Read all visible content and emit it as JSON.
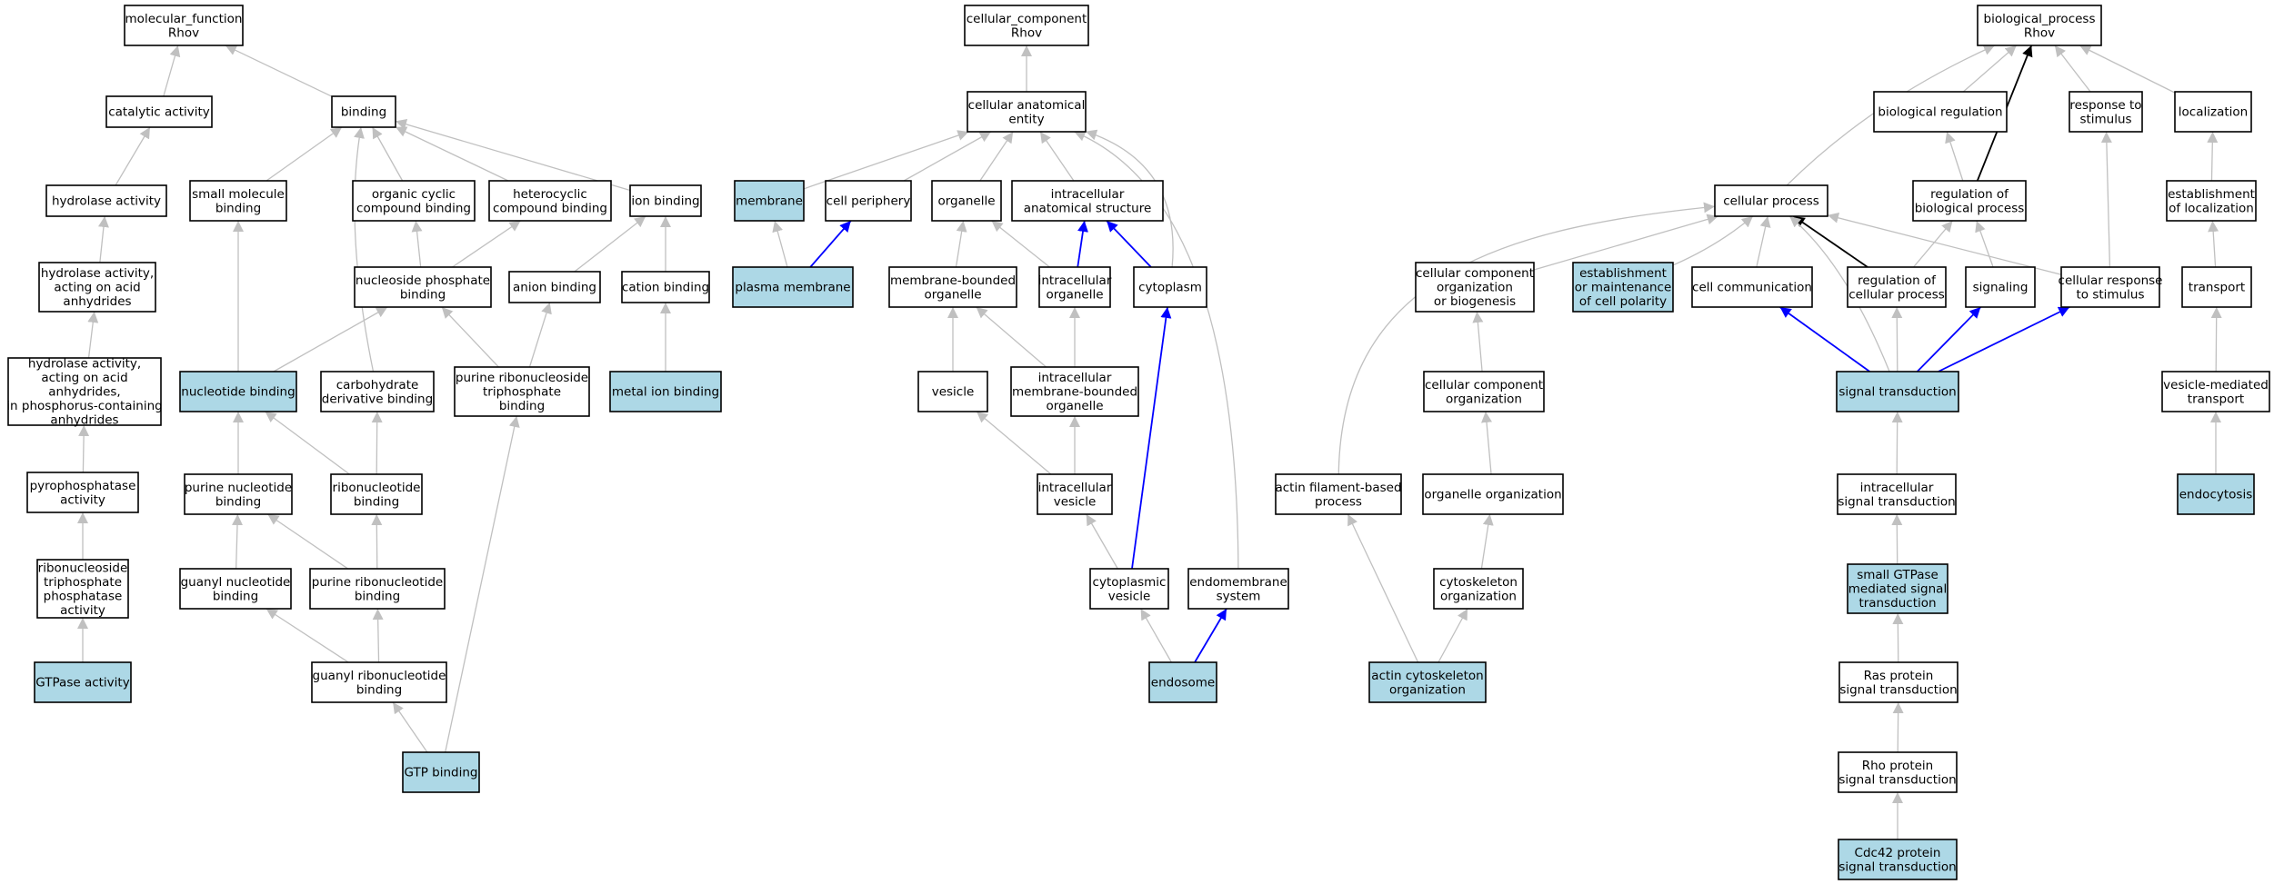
{
  "colors": {
    "plain": "#ffffff",
    "highlight": "#add8e6",
    "edge_gray": "#c0c0c0",
    "edge_blue": "#0000ff",
    "edge_black": "#000000"
  },
  "nodes": [
    {
      "id": "mf_root",
      "lines": [
        "molecular_function",
        "Rhov"
      ],
      "highlight": false
    },
    {
      "id": "catalytic",
      "lines": [
        "catalytic activity"
      ],
      "highlight": false
    },
    {
      "id": "binding",
      "lines": [
        "binding"
      ],
      "highlight": false
    },
    {
      "id": "hydrolase",
      "lines": [
        "hydrolase activity"
      ],
      "highlight": false
    },
    {
      "id": "small_mol",
      "lines": [
        "small molecule",
        "binding"
      ],
      "highlight": false
    },
    {
      "id": "org_cyclic",
      "lines": [
        "organic cyclic",
        "compound binding"
      ],
      "highlight": false
    },
    {
      "id": "heterocyclic",
      "lines": [
        "heterocyclic",
        "compound binding"
      ],
      "highlight": false
    },
    {
      "id": "ion_binding",
      "lines": [
        "ion binding"
      ],
      "highlight": false
    },
    {
      "id": "hyd_anhyd",
      "lines": [
        "hydrolase activity,",
        "acting on acid",
        "anhydrides"
      ],
      "highlight": false
    },
    {
      "id": "nuc_phos",
      "lines": [
        "nucleoside phosphate",
        "binding"
      ],
      "highlight": false
    },
    {
      "id": "anion",
      "lines": [
        "anion binding"
      ],
      "highlight": false
    },
    {
      "id": "cation",
      "lines": [
        "cation binding"
      ],
      "highlight": false
    },
    {
      "id": "hyd_phos",
      "lines": [
        "hydrolase activity,",
        "acting on acid",
        "anhydrides,",
        "in phosphorus-containing",
        "anhydrides"
      ],
      "highlight": false
    },
    {
      "id": "nucleotide",
      "lines": [
        "nucleotide binding"
      ],
      "highlight": true
    },
    {
      "id": "carbo",
      "lines": [
        "carbohydrate",
        "derivative binding"
      ],
      "highlight": false
    },
    {
      "id": "pur_ribo_tri",
      "lines": [
        "purine ribonucleoside",
        "triphosphate",
        "binding"
      ],
      "highlight": false
    },
    {
      "id": "metal_ion",
      "lines": [
        "metal ion binding"
      ],
      "highlight": true
    },
    {
      "id": "pyrophos",
      "lines": [
        "pyrophosphatase",
        "activity"
      ],
      "highlight": false
    },
    {
      "id": "pur_nuc",
      "lines": [
        "purine nucleotide",
        "binding"
      ],
      "highlight": false
    },
    {
      "id": "ribonuc",
      "lines": [
        "ribonucleotide",
        "binding"
      ],
      "highlight": false
    },
    {
      "id": "ribo_tri_phos",
      "lines": [
        "ribonucleoside",
        "triphosphate",
        "phosphatase",
        "activity"
      ],
      "highlight": false
    },
    {
      "id": "guanyl_nuc",
      "lines": [
        "guanyl nucleotide",
        "binding"
      ],
      "highlight": false
    },
    {
      "id": "pur_ribonuc",
      "lines": [
        "purine ribonucleotide",
        "binding"
      ],
      "highlight": false
    },
    {
      "id": "gtpase",
      "lines": [
        "GTPase activity"
      ],
      "highlight": true
    },
    {
      "id": "guanyl_ribo",
      "lines": [
        "guanyl ribonucleotide",
        "binding"
      ],
      "highlight": false
    },
    {
      "id": "gtp_binding",
      "lines": [
        "GTP binding"
      ],
      "highlight": true
    },
    {
      "id": "cc_root",
      "lines": [
        "cellular_component",
        "Rhov"
      ],
      "highlight": false
    },
    {
      "id": "cae",
      "lines": [
        "cellular anatomical",
        "entity"
      ],
      "highlight": false
    },
    {
      "id": "membrane",
      "lines": [
        "membrane"
      ],
      "highlight": true
    },
    {
      "id": "cell_periph",
      "lines": [
        "cell periphery"
      ],
      "highlight": false
    },
    {
      "id": "organelle",
      "lines": [
        "organelle"
      ],
      "highlight": false
    },
    {
      "id": "ias",
      "lines": [
        "intracellular",
        "anatomical structure"
      ],
      "highlight": false
    },
    {
      "id": "plasma_mem",
      "lines": [
        "plasma membrane"
      ],
      "highlight": true
    },
    {
      "id": "mem_org",
      "lines": [
        "membrane-bounded",
        "organelle"
      ],
      "highlight": false
    },
    {
      "id": "ic_org",
      "lines": [
        "intracellular",
        "organelle"
      ],
      "highlight": false
    },
    {
      "id": "cytoplasm",
      "lines": [
        "cytoplasm"
      ],
      "highlight": false
    },
    {
      "id": "vesicle",
      "lines": [
        "vesicle"
      ],
      "highlight": false
    },
    {
      "id": "ic_mem_org",
      "lines": [
        "intracellular",
        "membrane-bounded",
        "organelle"
      ],
      "highlight": false
    },
    {
      "id": "ic_vesicle",
      "lines": [
        "intracellular",
        "vesicle"
      ],
      "highlight": false
    },
    {
      "id": "cyto_vesicle",
      "lines": [
        "cytoplasmic",
        "vesicle"
      ],
      "highlight": false
    },
    {
      "id": "endomem",
      "lines": [
        "endomembrane",
        "system"
      ],
      "highlight": false
    },
    {
      "id": "endosome",
      "lines": [
        "endosome"
      ],
      "highlight": true
    },
    {
      "id": "bp_root",
      "lines": [
        "biological_process",
        "Rhov"
      ],
      "highlight": false
    },
    {
      "id": "bio_reg",
      "lines": [
        "biological regulation"
      ],
      "highlight": false
    },
    {
      "id": "resp_stim",
      "lines": [
        "response to",
        "stimulus"
      ],
      "highlight": false
    },
    {
      "id": "localization",
      "lines": [
        "localization"
      ],
      "highlight": false
    },
    {
      "id": "cell_proc",
      "lines": [
        "cellular process"
      ],
      "highlight": false
    },
    {
      "id": "reg_bio",
      "lines": [
        "regulation of",
        "biological process"
      ],
      "highlight": false
    },
    {
      "id": "estab_loc",
      "lines": [
        "establishment",
        "of localization"
      ],
      "highlight": false
    },
    {
      "id": "ccob",
      "lines": [
        "cellular component",
        "organization",
        "or biogenesis"
      ],
      "highlight": false
    },
    {
      "id": "cell_polarity",
      "lines": [
        "establishment",
        "or maintenance",
        "of cell polarity"
      ],
      "highlight": true
    },
    {
      "id": "cell_comm",
      "lines": [
        "cell communication"
      ],
      "highlight": false
    },
    {
      "id": "reg_cell",
      "lines": [
        "regulation of",
        "cellular process"
      ],
      "highlight": false
    },
    {
      "id": "signaling",
      "lines": [
        "signaling"
      ],
      "highlight": false
    },
    {
      "id": "cell_resp",
      "lines": [
        "cellular response",
        "to stimulus"
      ],
      "highlight": false
    },
    {
      "id": "transport",
      "lines": [
        "transport"
      ],
      "highlight": false
    },
    {
      "id": "cco",
      "lines": [
        "cellular component",
        "organization"
      ],
      "highlight": false
    },
    {
      "id": "sig_trans",
      "lines": [
        "signal transduction"
      ],
      "highlight": true
    },
    {
      "id": "ves_transport",
      "lines": [
        "vesicle-mediated",
        "transport"
      ],
      "highlight": false
    },
    {
      "id": "actin_fil",
      "lines": [
        "actin filament-based",
        "process"
      ],
      "highlight": false
    },
    {
      "id": "org_org",
      "lines": [
        "organelle organization"
      ],
      "highlight": false
    },
    {
      "id": "ic_sig",
      "lines": [
        "intracellular",
        "signal transduction"
      ],
      "highlight": false
    },
    {
      "id": "endocytosis",
      "lines": [
        "endocytosis"
      ],
      "highlight": true
    },
    {
      "id": "cytoskel_org",
      "lines": [
        "cytoskeleton",
        "organization"
      ],
      "highlight": false
    },
    {
      "id": "small_gtpase",
      "lines": [
        "small GTPase",
        "mediated signal",
        "transduction"
      ],
      "highlight": true
    },
    {
      "id": "actin_cyto",
      "lines": [
        "actin cytoskeleton",
        "organization"
      ],
      "highlight": true
    },
    {
      "id": "ras",
      "lines": [
        "Ras protein",
        "signal transduction"
      ],
      "highlight": false
    },
    {
      "id": "rho",
      "lines": [
        "Rho protein",
        "signal transduction"
      ],
      "highlight": false
    },
    {
      "id": "cdc42",
      "lines": [
        "Cdc42 protein",
        "signal transduction"
      ],
      "highlight": true
    }
  ],
  "edges": [
    {
      "from": "catalytic",
      "to": "mf_root",
      "style": "gray"
    },
    {
      "from": "binding",
      "to": "mf_root",
      "style": "gray"
    },
    {
      "from": "hydrolase",
      "to": "catalytic",
      "style": "gray"
    },
    {
      "from": "hyd_anhyd",
      "to": "hydrolase",
      "style": "gray"
    },
    {
      "from": "hyd_phos",
      "to": "hyd_anhyd",
      "style": "gray"
    },
    {
      "from": "pyrophos",
      "to": "hyd_phos",
      "style": "gray"
    },
    {
      "from": "ribo_tri_phos",
      "to": "pyrophos",
      "style": "gray"
    },
    {
      "from": "gtpase",
      "to": "ribo_tri_phos",
      "style": "gray"
    },
    {
      "from": "small_mol",
      "to": "binding",
      "style": "gray"
    },
    {
      "from": "org_cyclic",
      "to": "binding",
      "style": "gray"
    },
    {
      "from": "heterocyclic",
      "to": "binding",
      "style": "gray"
    },
    {
      "from": "ion_binding",
      "to": "binding",
      "style": "gray"
    },
    {
      "from": "carbo",
      "to": "binding",
      "style": "gray"
    },
    {
      "from": "nuc_phos",
      "to": "org_cyclic",
      "style": "gray"
    },
    {
      "from": "nuc_phos",
      "to": "heterocyclic",
      "style": "gray"
    },
    {
      "from": "anion",
      "to": "ion_binding",
      "style": "gray"
    },
    {
      "from": "cation",
      "to": "ion_binding",
      "style": "gray"
    },
    {
      "from": "metal_ion",
      "to": "cation",
      "style": "gray"
    },
    {
      "from": "nucleotide",
      "to": "small_mol",
      "style": "gray"
    },
    {
      "from": "nucleotide",
      "to": "nuc_phos",
      "style": "gray"
    },
    {
      "from": "pur_ribo_tri",
      "to": "nuc_phos",
      "style": "gray"
    },
    {
      "from": "pur_ribo_tri",
      "to": "anion",
      "style": "gray"
    },
    {
      "from": "pur_nuc",
      "to": "nucleotide",
      "style": "gray"
    },
    {
      "from": "ribonuc",
      "to": "nucleotide",
      "style": "gray"
    },
    {
      "from": "ribonuc",
      "to": "carbo",
      "style": "gray"
    },
    {
      "from": "guanyl_nuc",
      "to": "pur_nuc",
      "style": "gray"
    },
    {
      "from": "pur_ribonuc",
      "to": "pur_nuc",
      "style": "gray"
    },
    {
      "from": "pur_ribonuc",
      "to": "ribonuc",
      "style": "gray"
    },
    {
      "from": "guanyl_ribo",
      "to": "guanyl_nuc",
      "style": "gray"
    },
    {
      "from": "guanyl_ribo",
      "to": "pur_ribonuc",
      "style": "gray"
    },
    {
      "from": "gtp_binding",
      "to": "guanyl_ribo",
      "style": "gray"
    },
    {
      "from": "gtp_binding",
      "to": "pur_ribo_tri",
      "style": "gray"
    },
    {
      "from": "cae",
      "to": "cc_root",
      "style": "gray"
    },
    {
      "from": "membrane",
      "to": "cae",
      "style": "gray"
    },
    {
      "from": "cell_periph",
      "to": "cae",
      "style": "gray"
    },
    {
      "from": "organelle",
      "to": "cae",
      "style": "gray"
    },
    {
      "from": "ias",
      "to": "cae",
      "style": "gray"
    },
    {
      "from": "cytoplasm",
      "to": "cae",
      "style": "gray"
    },
    {
      "from": "endomem",
      "to": "cae",
      "style": "gray"
    },
    {
      "from": "plasma_mem",
      "to": "membrane",
      "style": "gray"
    },
    {
      "from": "plasma_mem",
      "to": "cell_periph",
      "style": "blue"
    },
    {
      "from": "mem_org",
      "to": "organelle",
      "style": "gray"
    },
    {
      "from": "ic_org",
      "to": "organelle",
      "style": "gray"
    },
    {
      "from": "ic_org",
      "to": "ias",
      "style": "blue"
    },
    {
      "from": "cytoplasm",
      "to": "ias",
      "style": "blue"
    },
    {
      "from": "vesicle",
      "to": "mem_org",
      "style": "gray"
    },
    {
      "from": "ic_mem_org",
      "to": "mem_org",
      "style": "gray"
    },
    {
      "from": "ic_mem_org",
      "to": "ic_org",
      "style": "gray"
    },
    {
      "from": "ic_vesicle",
      "to": "vesicle",
      "style": "gray"
    },
    {
      "from": "ic_vesicle",
      "to": "ic_mem_org",
      "style": "gray"
    },
    {
      "from": "cyto_vesicle",
      "to": "ic_vesicle",
      "style": "gray"
    },
    {
      "from": "cyto_vesicle",
      "to": "cytoplasm",
      "style": "blue"
    },
    {
      "from": "endosome",
      "to": "cyto_vesicle",
      "style": "gray"
    },
    {
      "from": "endosome",
      "to": "endomem",
      "style": "blue"
    },
    {
      "from": "cell_proc",
      "to": "bp_root",
      "style": "gray"
    },
    {
      "from": "bio_reg",
      "to": "bp_root",
      "style": "gray"
    },
    {
      "from": "reg_bio",
      "to": "bp_root",
      "style": "black"
    },
    {
      "from": "resp_stim",
      "to": "bp_root",
      "style": "gray"
    },
    {
      "from": "localization",
      "to": "bp_root",
      "style": "gray"
    },
    {
      "from": "reg_bio",
      "to": "bio_reg",
      "style": "gray"
    },
    {
      "from": "estab_loc",
      "to": "localization",
      "style": "gray"
    },
    {
      "from": "transport",
      "to": "estab_loc",
      "style": "gray"
    },
    {
      "from": "ves_transport",
      "to": "transport",
      "style": "gray"
    },
    {
      "from": "endocytosis",
      "to": "ves_transport",
      "style": "gray"
    },
    {
      "from": "actin_fil",
      "to": "cell_proc",
      "style": "gray"
    },
    {
      "from": "ccob",
      "to": "cell_proc",
      "style": "gray"
    },
    {
      "from": "cell_polarity",
      "to": "cell_proc",
      "style": "gray"
    },
    {
      "from": "cell_comm",
      "to": "cell_proc",
      "style": "gray"
    },
    {
      "from": "reg_cell",
      "to": "cell_proc",
      "style": "black"
    },
    {
      "from": "cell_resp",
      "to": "cell_proc",
      "style": "gray"
    },
    {
      "from": "sig_trans",
      "to": "cell_proc",
      "style": "gray"
    },
    {
      "from": "reg_cell",
      "to": "reg_bio",
      "style": "gray"
    },
    {
      "from": "signaling",
      "to": "reg_bio",
      "style": "gray"
    },
    {
      "from": "cell_resp",
      "to": "resp_stim",
      "style": "gray"
    },
    {
      "from": "cco",
      "to": "ccob",
      "style": "gray"
    },
    {
      "from": "org_org",
      "to": "cco",
      "style": "gray"
    },
    {
      "from": "cytoskel_org",
      "to": "org_org",
      "style": "gray"
    },
    {
      "from": "actin_cyto",
      "to": "cytoskel_org",
      "style": "gray"
    },
    {
      "from": "actin_cyto",
      "to": "actin_fil",
      "style": "gray"
    },
    {
      "from": "sig_trans",
      "to": "cell_comm",
      "style": "blue"
    },
    {
      "from": "sig_trans",
      "to": "reg_cell",
      "style": "gray"
    },
    {
      "from": "sig_trans",
      "to": "signaling",
      "style": "blue"
    },
    {
      "from": "sig_trans",
      "to": "cell_resp",
      "style": "blue"
    },
    {
      "from": "ic_sig",
      "to": "sig_trans",
      "style": "gray"
    },
    {
      "from": "small_gtpase",
      "to": "ic_sig",
      "style": "gray"
    },
    {
      "from": "ras",
      "to": "small_gtpase",
      "style": "gray"
    },
    {
      "from": "rho",
      "to": "ras",
      "style": "gray"
    },
    {
      "from": "cdc42",
      "to": "rho",
      "style": "gray"
    }
  ]
}
